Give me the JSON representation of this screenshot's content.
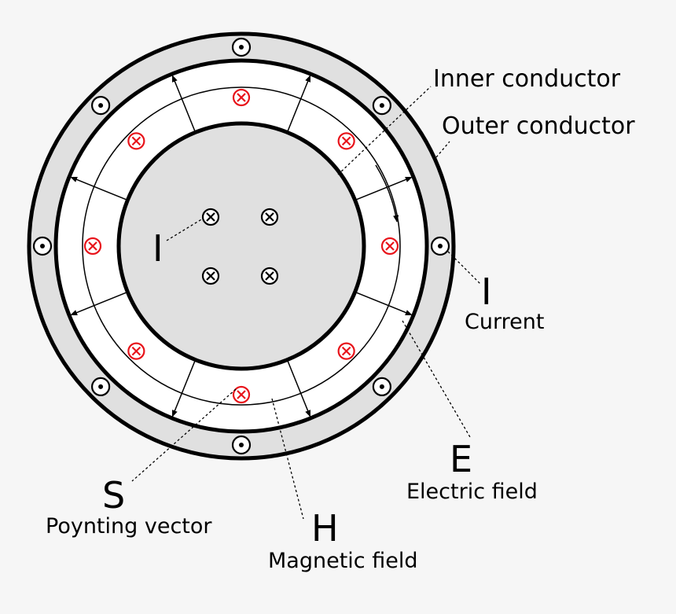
{
  "labels": {
    "inner_conductor": "Inner conductor",
    "outer_conductor": "Outer conductor",
    "current_symbol": "I",
    "current_label": "Current",
    "inner_current_symbol": "I",
    "efield_symbol": "E",
    "efield_label": "Electric field",
    "poynting_symbol": "S",
    "poynting_label": "Poynting vector",
    "hfield_symbol": "H",
    "hfield_label": "Magnetic field"
  },
  "colors": {
    "background": "#f6f6f6",
    "conductor_fill": "#e0e0e0",
    "dielectric_fill": "#ffffff",
    "stroke": "#000000",
    "into_page_ring": "#e8141b"
  },
  "icons": {
    "into_page": "circle-cross-icon",
    "out_of_page": "circle-dot-icon"
  }
}
